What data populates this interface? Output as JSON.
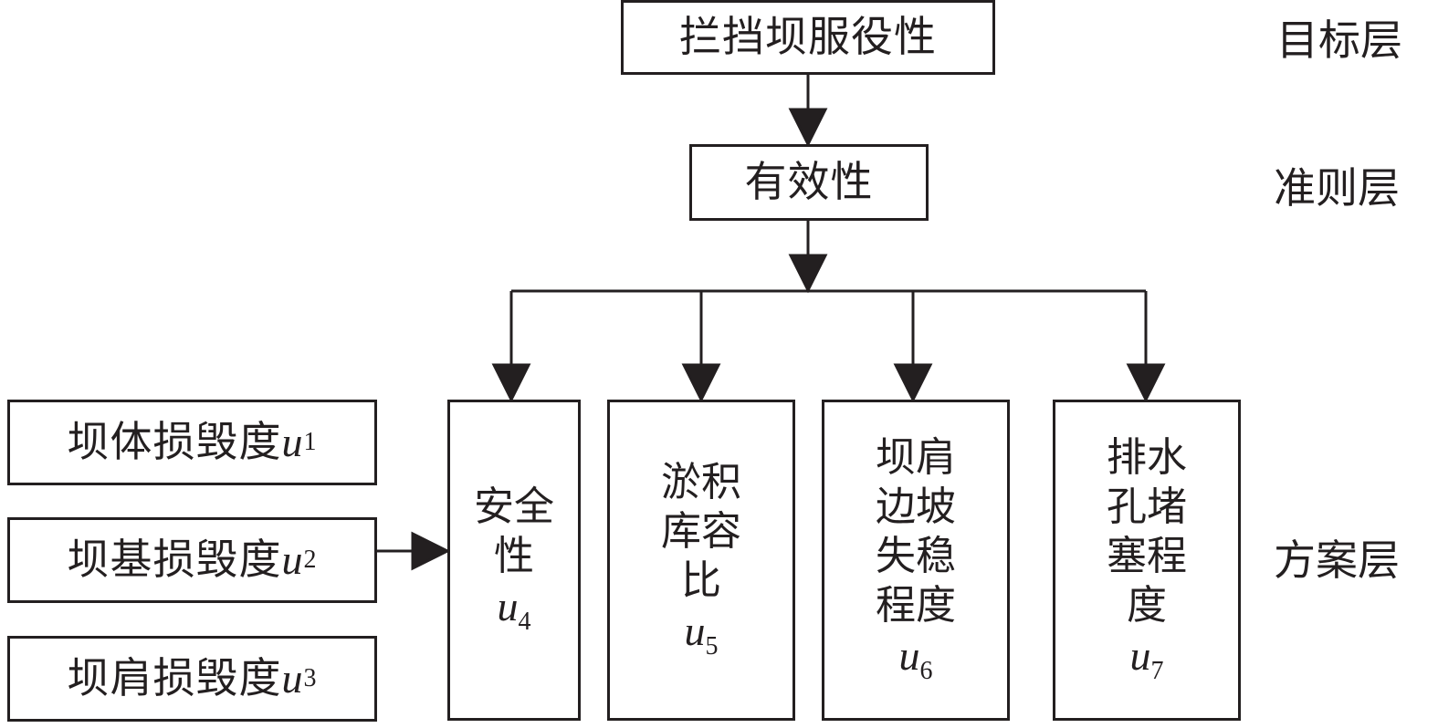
{
  "goal": {
    "label": "拦挡坝服役性"
  },
  "criterion": {
    "label": "有效性"
  },
  "levels": {
    "goal": "目标层",
    "criterion": "准则层",
    "scheme": "方案层"
  },
  "sub_indicators": [
    {
      "label": "坝体损毁度",
      "sym": "u",
      "sub": "1"
    },
    {
      "label": "坝基损毁度",
      "sym": "u",
      "sub": "2"
    },
    {
      "label": "坝肩损毁度",
      "sym": "u",
      "sub": "3"
    }
  ],
  "schemes": [
    {
      "label": "安全性",
      "sym": "u",
      "sub": "4"
    },
    {
      "label": "淤积库容比",
      "sym": "u",
      "sub": "5"
    },
    {
      "label": "坝肩边坡失稳程度",
      "sym": "u",
      "sub": "6"
    },
    {
      "label": "排水孔堵塞程度",
      "sym": "u",
      "sub": "7"
    }
  ],
  "colors": {
    "line": "#231f20",
    "background": "#ffffff"
  }
}
